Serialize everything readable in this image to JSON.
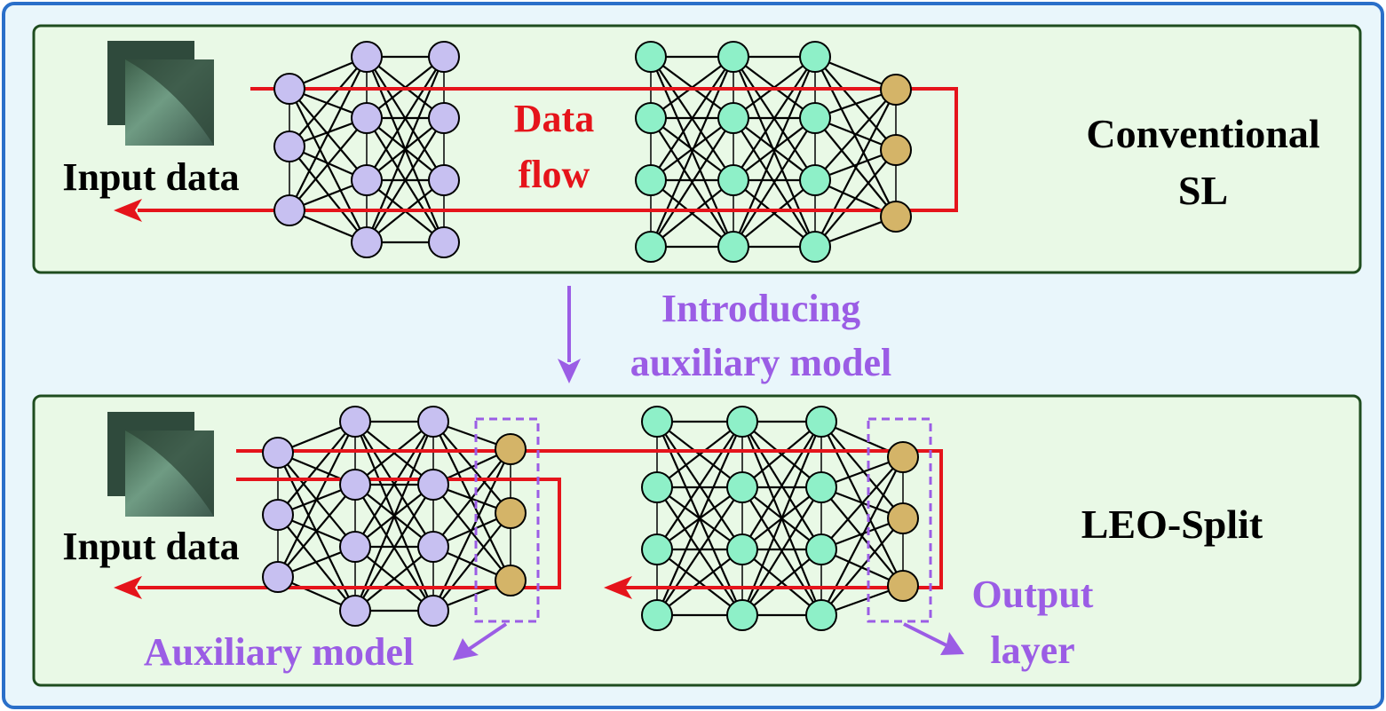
{
  "colors": {
    "frame_border": "#2a6fc9",
    "frame_fill": "#e9f6fb",
    "panel_border": "#1f4d1f",
    "panel_fill": "#e9f9e6",
    "data_flow": "#e5141b",
    "purple": "#9b5de5",
    "node_lavender": "#c7c0f1",
    "node_teal": "#8ef0c8",
    "node_gold": "#d4b468",
    "edge": "#000000"
  },
  "top_panel": {
    "input_label": "Input data",
    "flow_label": [
      "Data",
      "flow"
    ],
    "title": [
      "Conventional",
      "SL"
    ]
  },
  "transition": {
    "label": [
      "Introducing",
      "auxiliary model"
    ]
  },
  "bottom_panel": {
    "input_label": "Input data",
    "title": "LEO-Split",
    "aux_label": "Auxiliary model",
    "output_label": [
      "Output",
      "layer"
    ]
  },
  "icons": {
    "input_image": "satellite-image-icon",
    "arrow": "arrow-icon"
  }
}
